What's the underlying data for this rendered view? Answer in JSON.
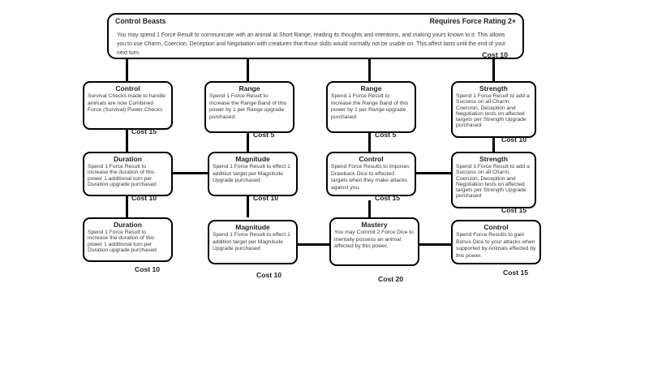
{
  "diagram": {
    "title": "Control Beasts",
    "requirement": "Requires Force Rating 2+",
    "root": {
      "name": "Control Beasts",
      "requirement": "Requires Force Rating 2+",
      "description": "You may spend 1 Force Result to communicate with an animal at Short Range, reading its thoughts and intentions, and making yours known to it.  This allows you to use Charm, Coercion, Deception and Negotiation with creatures that those skills would normally not be usable on. This affect lasts until the end of your next turn.",
      "cost": "Cost  10"
    },
    "nodes": [
      {
        "id": "r1c1",
        "title": "Control",
        "body": "Survival Checks made to handle animals are now Combined Force (Survival) Power Checks",
        "cost": "Cost 15"
      },
      {
        "id": "r1c2",
        "title": "Range",
        "body": "Spend 1 Force Result to increase the Range Band of this power by 1 per Range upgrade purchased",
        "cost": "Cost 5"
      },
      {
        "id": "r1c3",
        "title": "Range",
        "body": "Spend 1 Force Result to increase the Range Band of this power by 1 per Range upgrade purchased",
        "cost": "Cost 5"
      },
      {
        "id": "r1c4",
        "title": "Strength",
        "body": "Spend 1 Force Result to add a Success on all Charm, Coercion, Deception and Negotiation tests on affected targets per Strength Upgrade purchased",
        "cost": "Cost 10"
      },
      {
        "id": "r2c1",
        "title": "Duration",
        "body": "Spend 1 Force Result to increase the duration of this power 1 additional turn per Duration upgrade purchased",
        "cost": "Cost 10"
      },
      {
        "id": "r2c2",
        "title": "Magnitude",
        "body": "Spend 1 Force Result to effect 1 addition target per Magnitude Upgrade purchased",
        "cost": "Cost 10"
      },
      {
        "id": "r2c3",
        "title": "Control",
        "body": "Spend Force Results to imposes Drawback Dice to effected targets when they make attacks against you.",
        "cost": "Cost 15"
      },
      {
        "id": "r2c4",
        "title": "Strength",
        "body": "Spend 1 Force Result to add a Success on all Charm, Coercion, Deception and Negotiation tests on affected targets per Strength Upgrade purchased",
        "cost": "Cost 15"
      },
      {
        "id": "r3c1",
        "title": "Duration",
        "body": "Spend 1 Force Result to increase the duration of this power 1 additional turn per Duration upgrade purchased",
        "cost": "Cost 10"
      },
      {
        "id": "r3c2",
        "title": "Magnitude",
        "body": "Spend 1 Force Result to effect 1 addition target per Magnitude Upgrade purchased",
        "cost": "Cost 10"
      },
      {
        "id": "r3c3",
        "title": "Mastery",
        "body": "You may Commit 2 Force Dice to mentally possess an animal affected by this power.",
        "cost": "Cost 20"
      },
      {
        "id": "r3c4",
        "title": "Control",
        "body": "Spend Force Results to gain Bonus Dice to your attacks when supported by Animals effected by this power.",
        "cost": "Cost 15"
      }
    ],
    "colors": {
      "line": "#000000",
      "border": "#000000",
      "background": "#ffffff",
      "title_text": "#231f20",
      "body_text": "#3a3a3a"
    }
  }
}
